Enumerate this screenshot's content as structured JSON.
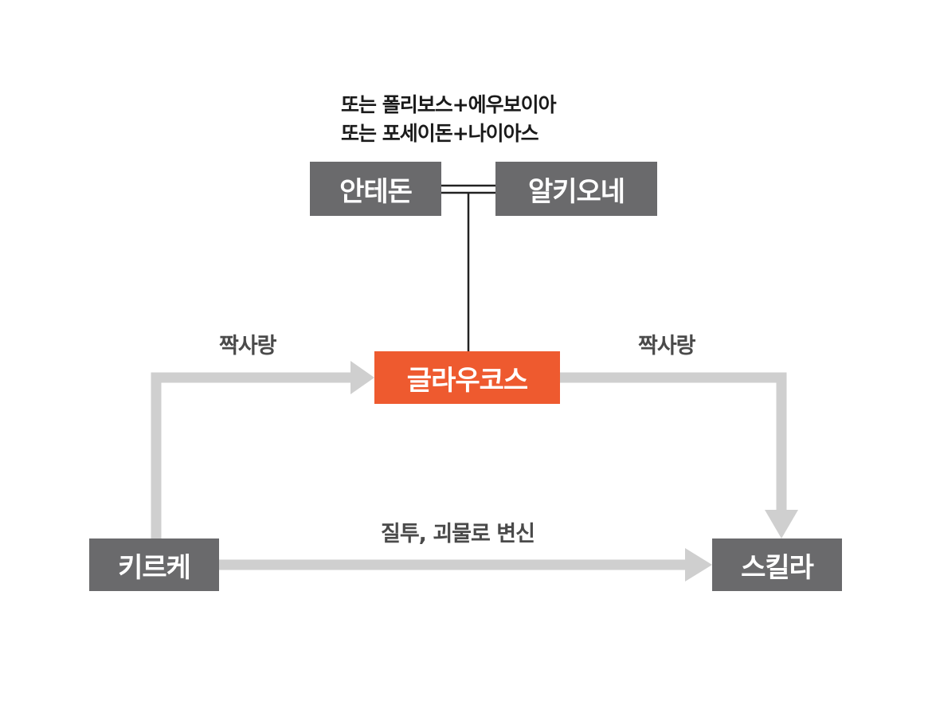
{
  "notes": {
    "line1": "또는 폴리보스+에우보이아",
    "line2": "또는 포세이돈+나이아스"
  },
  "nodes": {
    "antedon": "안테돈",
    "alkyone": "알키오네",
    "glaucus": "글라우코스",
    "circe": "키르케",
    "scylla": "스킬라"
  },
  "edges": {
    "circe_to_glaucus": "짝사랑",
    "glaucus_to_scylla": "짝사랑",
    "circe_to_scylla": "질투, 괴물로 변신"
  },
  "colors": {
    "node_gray": "#6a6a6c",
    "node_highlight": "#ee5a2f",
    "arrow": "#cfcfcf",
    "line": "#222222"
  }
}
